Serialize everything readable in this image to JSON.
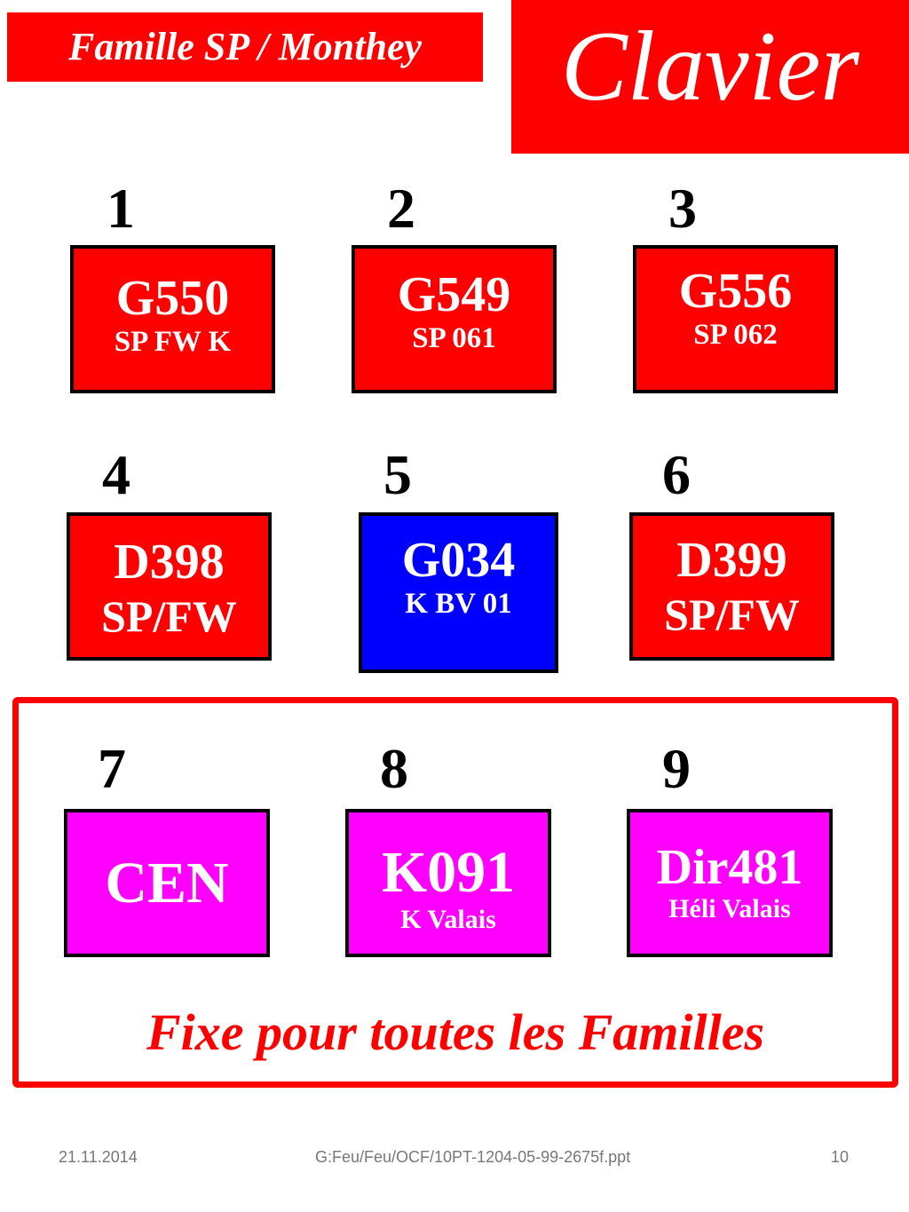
{
  "header": {
    "famille_title": "Famille SP / Monthey",
    "clavier_title": "Clavier"
  },
  "keys": [
    {
      "number": "1",
      "code": "G550",
      "sub": "SP FW K",
      "color": "#ff0000"
    },
    {
      "number": "2",
      "code": "G549",
      "sub": "SP 061",
      "color": "#ff0000"
    },
    {
      "number": "3",
      "code": "G556",
      "sub": "SP 062",
      "color": "#ff0000"
    },
    {
      "number": "4",
      "code": "D398",
      "sub": "SP/FW",
      "color": "#ff0000"
    },
    {
      "number": "5",
      "code": "G034",
      "sub": "K BV 01",
      "color": "#0000ff"
    },
    {
      "number": "6",
      "code": "D399",
      "sub": "SP/FW",
      "color": "#ff0000"
    },
    {
      "number": "7",
      "code": "CEN",
      "sub": "",
      "color": "#ff00ff"
    },
    {
      "number": "8",
      "code": "K091",
      "sub": "K Valais",
      "color": "#ff00ff"
    },
    {
      "number": "9",
      "code": "Dir481",
      "sub": "Héli Valais",
      "color": "#ff00ff"
    }
  ],
  "fixed_caption": "Fixe pour toutes les Familles",
  "footer": {
    "date": "21.11.2014",
    "path": "G:Feu/Feu/OCF/10PT-1204-05-99-2675f.ppt",
    "page": "10"
  },
  "colors": {
    "accent_red": "#ff0000",
    "key_blue": "#0000ff",
    "key_magenta": "#ff00ff"
  }
}
